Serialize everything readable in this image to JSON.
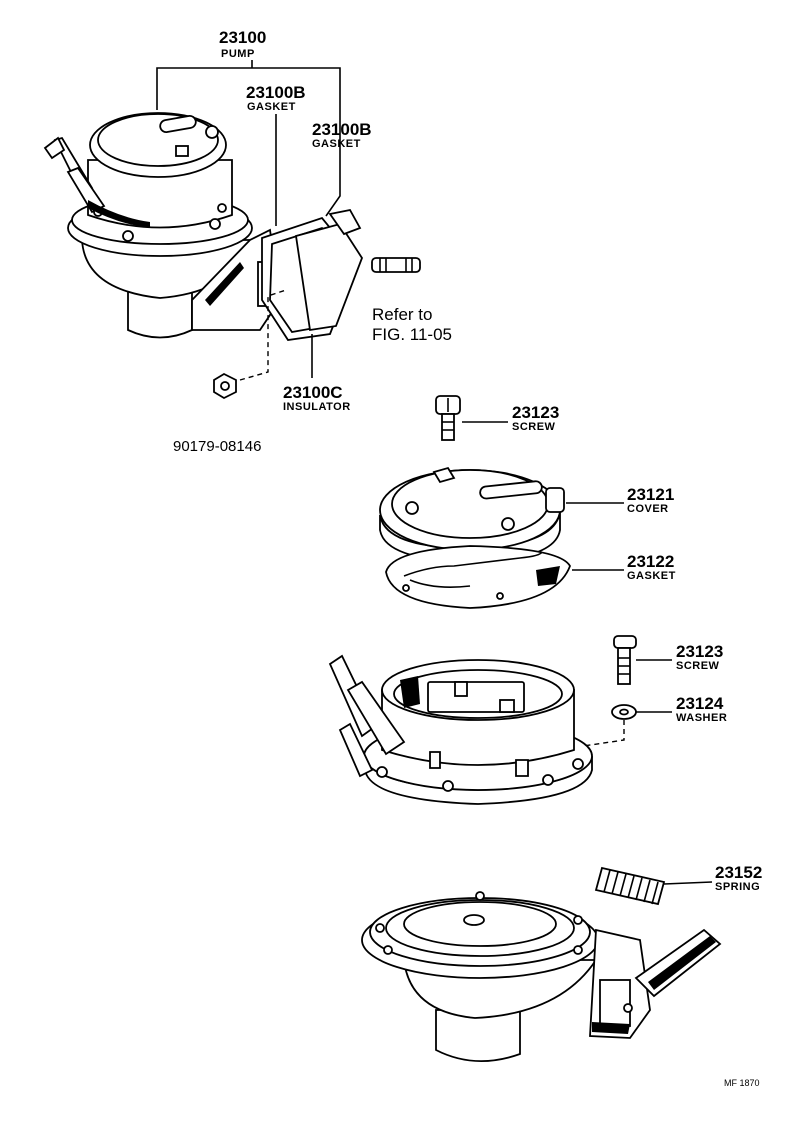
{
  "labels": {
    "pump": {
      "number": "23100",
      "name": "PUMP"
    },
    "gasket_a": {
      "number": "23100B",
      "name": "GASKET"
    },
    "gasket_b": {
      "number": "23100B",
      "name": "GASKET"
    },
    "insulator": {
      "number": "23100C",
      "name": "INSULATOR"
    },
    "nut": {
      "number": "90179-08146"
    },
    "refer_line1": "Refer to",
    "refer_line2": "FIG. 11-05",
    "screw_top": {
      "number": "23123",
      "name": "SCREW"
    },
    "cover": {
      "number": "23121",
      "name": "COVER"
    },
    "gasket_c": {
      "number": "23122",
      "name": "GASKET"
    },
    "screw_mid": {
      "number": "23123",
      "name": "SCREW"
    },
    "washer": {
      "number": "23124",
      "name": "WASHER"
    },
    "spring": {
      "number": "23152",
      "name": "SPRING"
    }
  },
  "figure_code": "MF 1870",
  "icons": [
    "pump-assembly-icon",
    "gasket-icon",
    "insulator-icon",
    "stud-icon",
    "nut-icon",
    "screw-icon",
    "cover-icon",
    "flat-gasket-icon",
    "upper-body-icon",
    "washer-icon",
    "spring-icon",
    "lower-body-icon"
  ]
}
